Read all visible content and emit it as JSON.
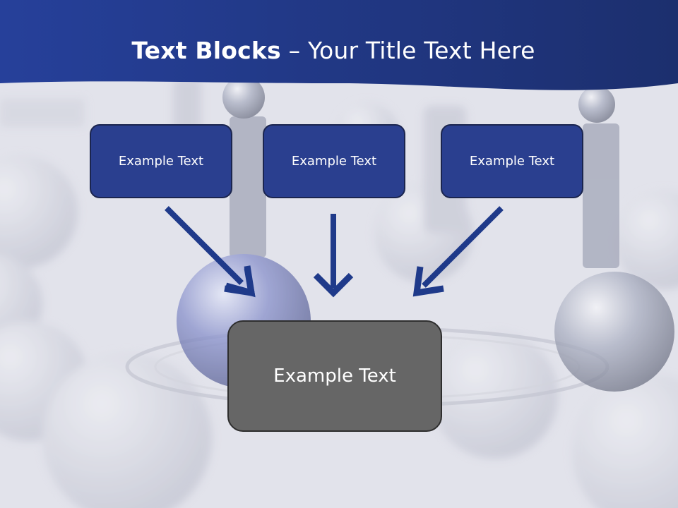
{
  "slide": {
    "title_bold": "Text Blocks",
    "title_rest": " – Your Title Text Here"
  },
  "blocks": {
    "top": [
      {
        "label": "Example Text"
      },
      {
        "label": "Example Text"
      },
      {
        "label": "Example Text"
      }
    ],
    "bottom": {
      "label": "Example Text"
    }
  },
  "colors": {
    "header": "#263f96",
    "block_fill": "#2a3f8f",
    "block_border": "#1b254f",
    "center_fill": "#666666",
    "arrow": "#1f3a8a"
  }
}
